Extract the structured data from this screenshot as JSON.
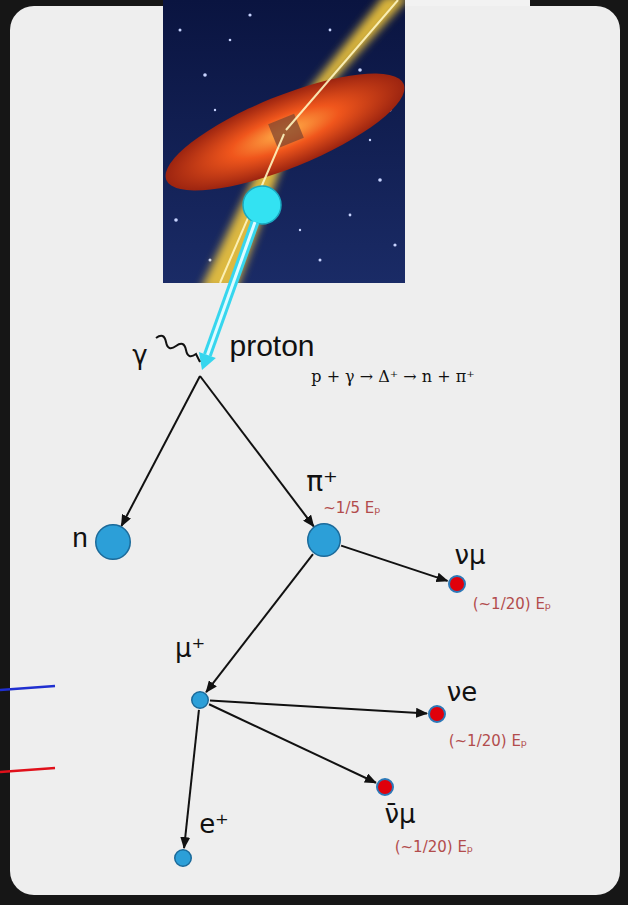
{
  "diagram": {
    "nodes": [
      {
        "text": [
          "n"
        ]
      },
      {
        "text": [
          "π⁺",
          "~1/5 Eₚ"
        ]
      },
      {
        "text": [
          "νμ",
          "(~1/20) Eₚ"
        ]
      },
      {
        "text": [
          "μ⁺"
        ]
      },
      {
        "text": [
          "νe",
          "(~1/20) Eₚ"
        ]
      },
      {
        "text": [
          "ν̄μ",
          "(~1/20) Eₚ"
        ]
      },
      {
        "text": [
          "e⁺"
        ]
      }
    ],
    "edges": [
      {
        "from": 1,
        "to": 2,
        "arrow": "to"
      },
      {
        "from": 1,
        "to": 3,
        "arrow": "to"
      },
      {
        "from": 3,
        "to": 4,
        "arrow": "to"
      },
      {
        "from": 3,
        "to": 5,
        "arrow": "to"
      },
      {
        "from": 3,
        "to": 6,
        "arrow": "to"
      }
    ],
    "labels": [
      "proton",
      "p + γ → Δ⁺ → n + π⁺",
      "γ"
    ]
  }
}
